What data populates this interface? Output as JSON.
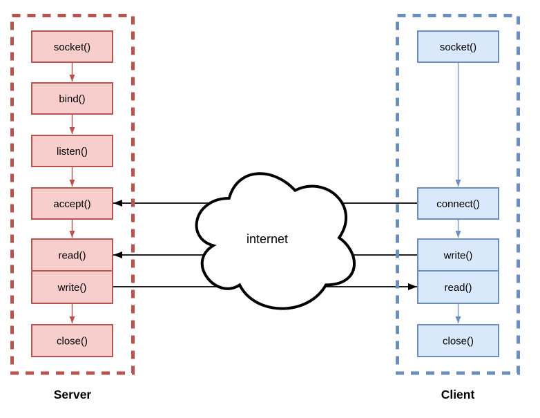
{
  "server": {
    "label": "Server",
    "fill": "#f8cecc",
    "stroke": "#b85450",
    "nodes": [
      "socket()",
      "bind()",
      "listen()",
      "accept()",
      "read()",
      "write()",
      "close()"
    ]
  },
  "client": {
    "label": "Client",
    "fill": "#dae8fc",
    "stroke": "#6c8ebf",
    "nodes": [
      "socket()",
      "connect()",
      "write()",
      "read()",
      "close()"
    ]
  },
  "cloud": {
    "label": "internet",
    "fill": "#ffffff",
    "stroke": "#000000"
  },
  "connections": [
    {
      "from": "client connect()",
      "to": "server accept()",
      "direction": "right-to-left"
    },
    {
      "from": "client write()",
      "to": "server read()",
      "direction": "right-to-left"
    },
    {
      "from": "server write()",
      "to": "client read()",
      "direction": "left-to-right"
    }
  ]
}
